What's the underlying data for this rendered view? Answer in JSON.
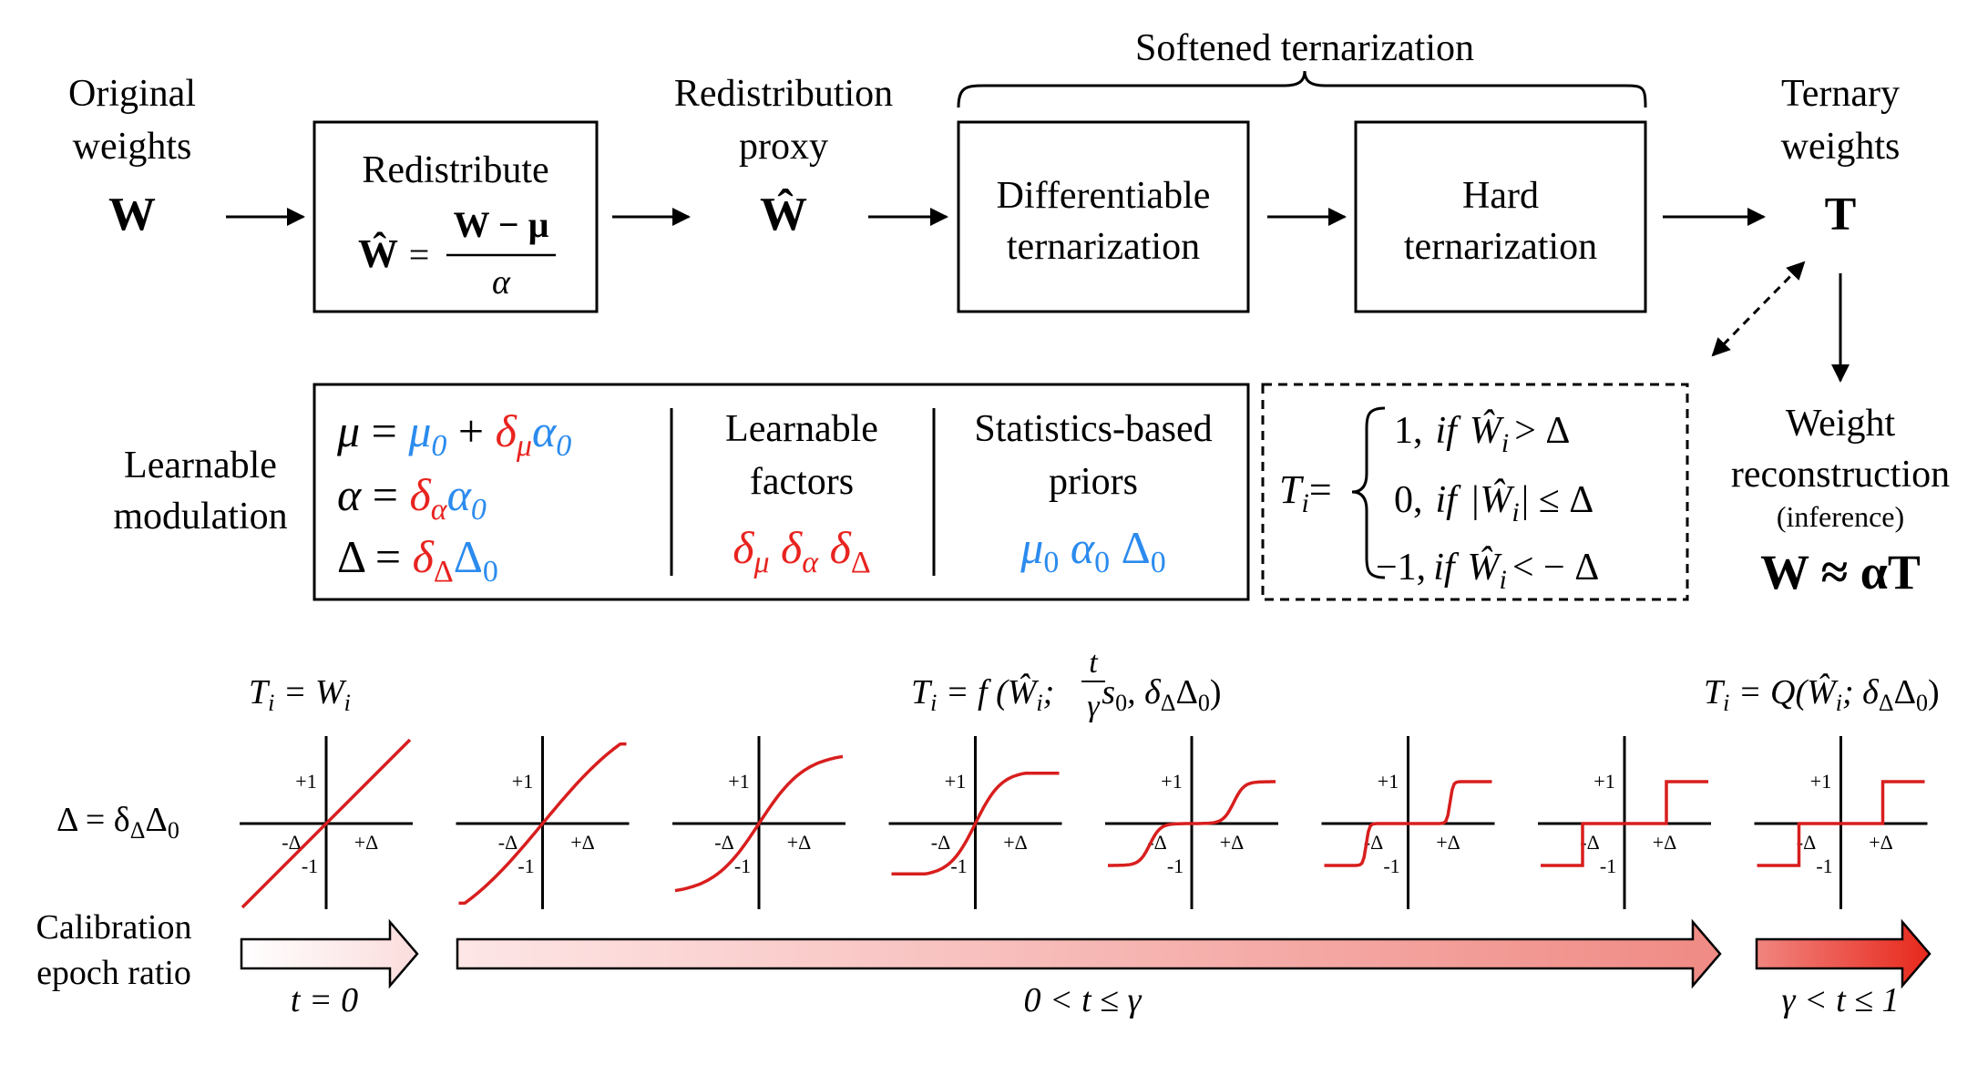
{
  "colors": {
    "ink": "#000000",
    "learnable": "#e8231f",
    "prior": "#2b8bee",
    "curve": "#d81e1e",
    "arrow_light": "#fdf0f0",
    "arrow_dark": "#e82a20"
  },
  "pipeline": {
    "original": {
      "line1": "Original",
      "line2": "weights",
      "symbol": "W"
    },
    "redistribute": {
      "title": "Redistribute",
      "lhs": "Ŵ",
      "eq": "=",
      "num": "W − μ",
      "den": "α"
    },
    "proxy": {
      "line1": "Redistribution",
      "line2": "proxy",
      "symbol": "Ŵ"
    },
    "softened_label": "Softened ternarization",
    "differentiable": {
      "line1": "Differentiable",
      "line2": "ternarization"
    },
    "hard": {
      "line1": "Hard",
      "line2": "ternarization"
    },
    "ternary": {
      "line1": "Ternary",
      "line2": "weights",
      "symbol": "T"
    },
    "reconstruction": {
      "line1": "Weight",
      "line2": "reconstruction",
      "line3": "(inference)",
      "formula": "W ≈ αT"
    }
  },
  "modulation": {
    "label_line1": "Learnable",
    "label_line2": "modulation",
    "eq1": {
      "lhs": "μ",
      "eq": " = ",
      "a": "μ",
      "a_sub": "0",
      "plus": " + ",
      "b": "δ",
      "b_sub": "μ",
      "c": "α",
      "c_sub": "0"
    },
    "eq2": {
      "lhs": "α",
      "eq": " = ",
      "b": "δ",
      "b_sub": "α",
      "c": "α",
      "c_sub": "0"
    },
    "eq3": {
      "lhs": "Δ",
      "eq": " = ",
      "b": "δ",
      "b_sub": "Δ",
      "c": "Δ",
      "c_sub": "0"
    },
    "factors_line1": "Learnable",
    "factors_line2": "factors",
    "factors_symbols": [
      {
        "s": "δ",
        "sub": "μ"
      },
      {
        "s": "δ",
        "sub": "α"
      },
      {
        "s": "δ",
        "sub": "Δ"
      }
    ],
    "priors_line1": "Statistics-based",
    "priors_line2": "priors",
    "priors_symbols": [
      {
        "s": "μ",
        "sub": "0"
      },
      {
        "s": "α",
        "sub": "0"
      },
      {
        "s": "Δ",
        "sub": "0"
      }
    ]
  },
  "ternary_rule": {
    "lhs": "T",
    "lhs_sub": "i",
    "eq": "=",
    "cases": [
      {
        "value": "1,",
        "cond": "if",
        "w": "Ŵ",
        "w_sub": "i",
        "rel": "> Δ"
      },
      {
        "value": "0,",
        "cond": "if",
        "w": "|Ŵ",
        "w_sub": "i",
        "rel": "| ≤ Δ"
      },
      {
        "value": "−1,",
        "cond": "if",
        "w": "Ŵ",
        "w_sub": "i",
        "rel": "< − Δ"
      }
    ]
  },
  "stages": {
    "delta_label": {
      "a": "Δ = δ",
      "a_sub": "Δ",
      "b": "Δ",
      "b_sub": "0"
    },
    "formula_left": {
      "t": "T",
      "t_sub": "i",
      "rhs": " = W",
      "rhs_sub": "i"
    },
    "formula_mid": {
      "t": "T",
      "t_sub": "i",
      "pre": " = f (Ŵ",
      "w_sub": "i",
      "sep": ";",
      "num": "t",
      "den": "γ",
      "post": "s",
      "post_sub": "0",
      "tail": ", δ",
      "tail_sub": "Δ",
      "tail2": "Δ",
      "tail2_sub": "0",
      "close": ")"
    },
    "formula_right": {
      "t": "T",
      "t_sub": "i",
      "pre": " = Q(Ŵ",
      "w_sub": "i",
      "mid": "; δ",
      "mid_sub": "Δ",
      "tail": "Δ",
      "tail_sub": "0",
      "close": ")"
    },
    "tick_plus1": "+1",
    "tick_minus1": "-1",
    "tick_minus_delta": "-Δ",
    "tick_plus_delta": "+Δ",
    "plots": [
      {
        "kind": "identity"
      },
      {
        "kind": "soft",
        "steep": 0.4
      },
      {
        "kind": "soft",
        "steep": 0.9
      },
      {
        "kind": "soft",
        "steep": 1.6
      },
      {
        "kind": "soft",
        "steep": 4.0
      },
      {
        "kind": "soft",
        "steep": 14.0
      },
      {
        "kind": "hard"
      },
      {
        "kind": "hard"
      }
    ],
    "calib_line1": "Calibration",
    "calib_line2": "epoch ratio",
    "range_t0": "t = 0",
    "range_mid": "0 < t ≤ γ",
    "range_end": "γ < t ≤ 1"
  }
}
